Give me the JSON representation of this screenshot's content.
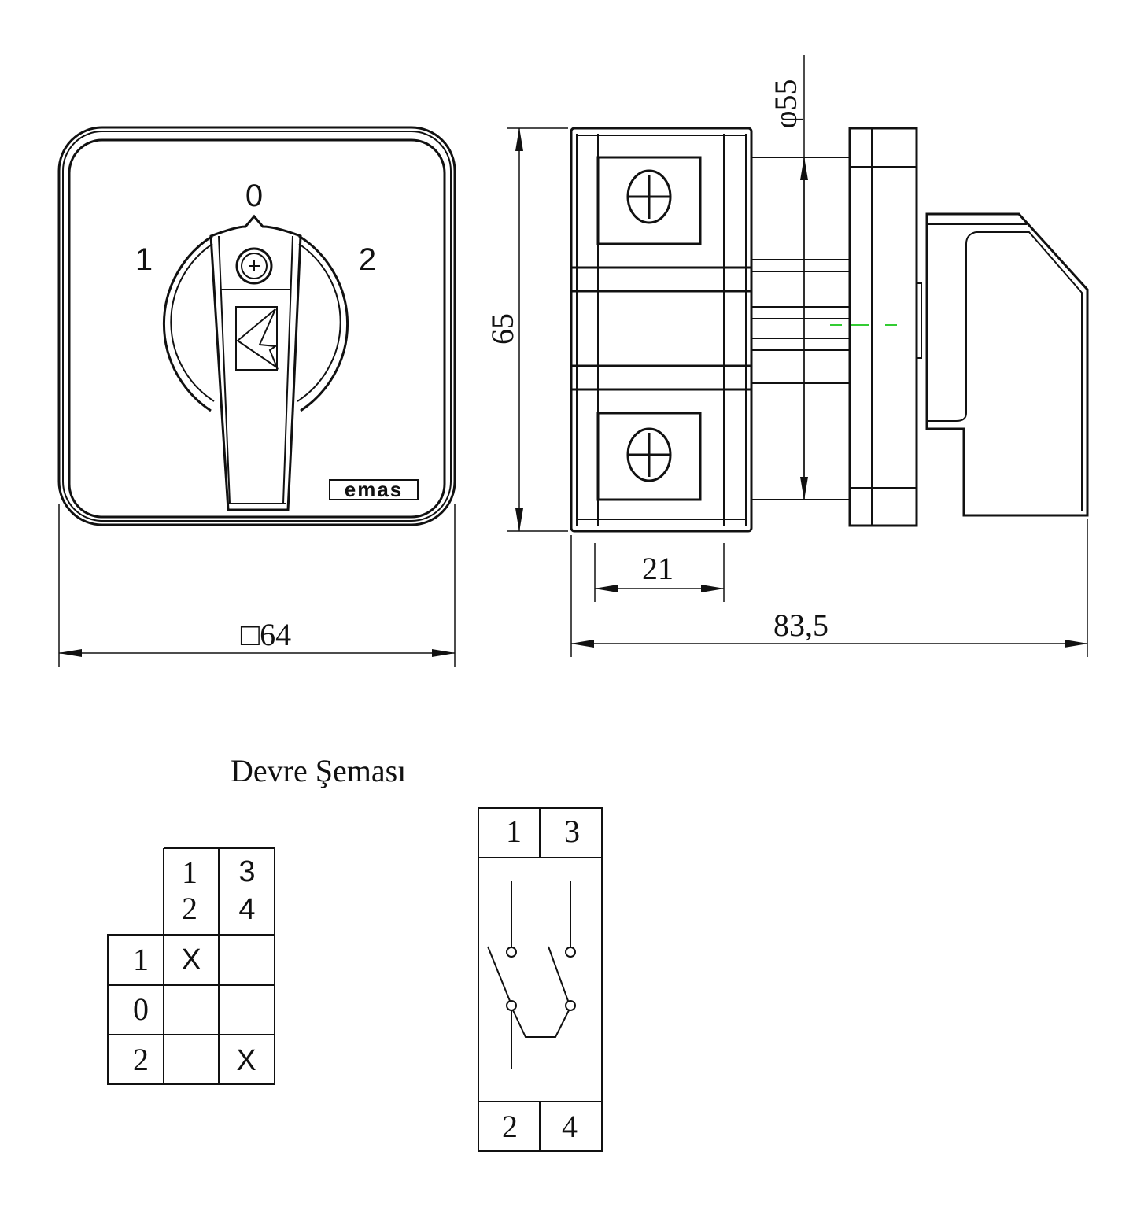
{
  "front_view": {
    "positions": {
      "left": "1",
      "center": "0",
      "right": "2"
    },
    "brand_logo_text": "emas",
    "width_dimension": "□64"
  },
  "side_view": {
    "height_dimension": "65",
    "diameter_dimension": "φ55",
    "module_depth_dimension": "21",
    "total_depth_dimension": "83,5"
  },
  "colors": {
    "line": "#111111",
    "centerline": "#33cc33"
  },
  "diagram_title": "Devre Şeması",
  "switching_table": {
    "column_headers": [
      [
        "1",
        "2"
      ],
      [
        "3",
        "4"
      ]
    ],
    "rows": [
      {
        "position": "1",
        "cells": [
          "X",
          ""
        ]
      },
      {
        "position": "0",
        "cells": [
          "",
          ""
        ]
      },
      {
        "position": "2",
        "cells": [
          "",
          "X"
        ]
      }
    ]
  },
  "circuit_schematic": {
    "top_terminals": [
      "1",
      "3"
    ],
    "bottom_terminals": [
      "2",
      "4"
    ]
  }
}
